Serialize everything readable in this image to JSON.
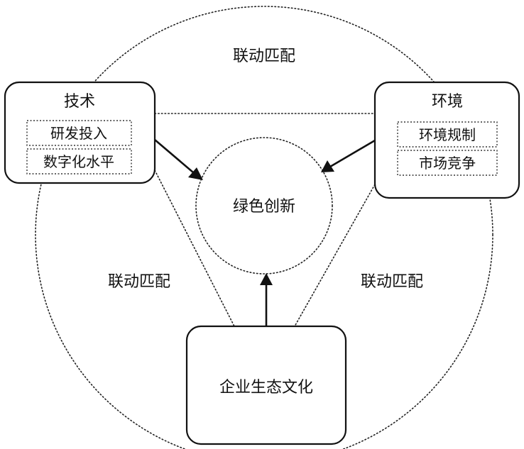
{
  "nodes": {
    "technology": {
      "title": "技术",
      "items": [
        "研发投入",
        "数字化水平"
      ]
    },
    "environment": {
      "title": "环境",
      "items": [
        "环境规制",
        "市场竞争"
      ]
    },
    "culture": {
      "title": "企业生态文化"
    },
    "center": {
      "title": "绿色创新"
    }
  },
  "links": {
    "top": "联动匹配",
    "left": "联动匹配",
    "right": "联动匹配"
  }
}
